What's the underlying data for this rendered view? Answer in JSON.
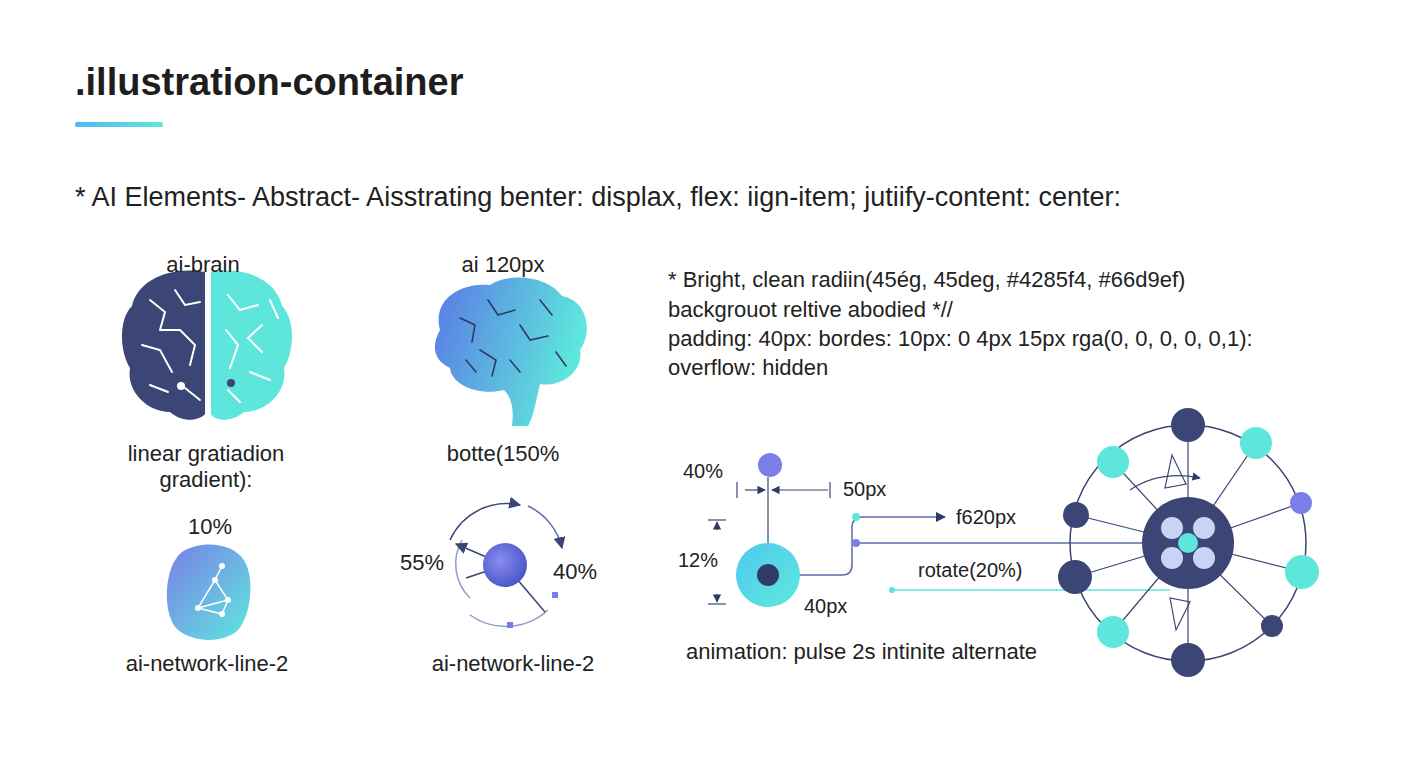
{
  "diagram": {
    "title": ".illustration-container",
    "labels": [
      "* AI Elements- Abstract- Aisstrating benter:  displax, flex: iign-item; jutiify-content: center:",
      "ai-brain",
      "ai 120px",
      "linear gratiadion gradient):",
      "botte(150%",
      "10%",
      "55%",
      "40%",
      "ai-network-line-2",
      "ai-network-line-2",
      "* Bright, clean radiin(45ég, 45deg, #4285f4, #66d9ef)",
      "backgrouot reltive abodied *//",
      "padding: 40px: bordes: 10px: 0 4px 15px rga(0, 0, 0, 0, 0,1):",
      "overflow: hidden",
      "40%",
      "50px",
      "f620px",
      "12%",
      "40px",
      "rotate(20%)",
      "animation: pulse 2s intinite alternate"
    ]
  }
}
